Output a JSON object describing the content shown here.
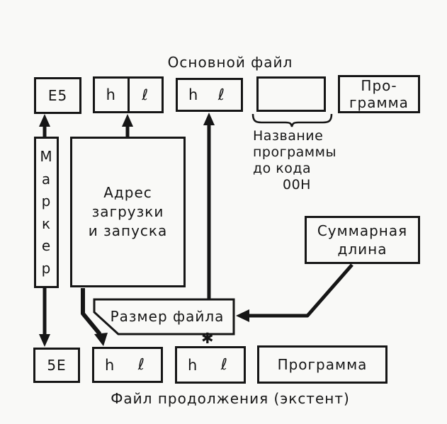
{
  "colors": {
    "ink": "#161616",
    "paper": "#f9f9f7"
  },
  "title_top": "Основной файл",
  "caption_bottom": "Файл продолжения (экстент)",
  "boxes": {
    "e5": "E5",
    "five_e": "5E",
    "h": "h",
    "l": "ℓ",
    "program_top_lines": [
      "Про-",
      "грамма"
    ],
    "program_bottom": "Программа",
    "marker_letters": [
      "М",
      "а",
      "р",
      "к",
      "е",
      "р"
    ],
    "address_lines": [
      "Адрес",
      "загрузки",
      "и запуска"
    ],
    "sum_lines": [
      "Суммарная",
      "длина"
    ],
    "file_size_label": "Размер файла"
  },
  "note_lines": [
    "Название",
    "программы",
    "до кода",
    "00H"
  ],
  "asterisk": "✱"
}
